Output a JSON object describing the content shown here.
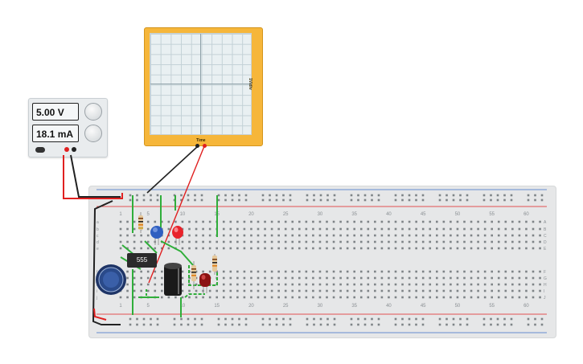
{
  "power_supply": {
    "voltage": "5.00 V",
    "current": "18.1 mA"
  },
  "oscilloscope": {
    "label": "Time",
    "side_label": "1V/div"
  },
  "breadboard": {
    "column_numbers_top": [
      "1",
      "5",
      "10",
      "15",
      "20",
      "25",
      "30",
      "35",
      "40",
      "45",
      "50",
      "55",
      "60"
    ],
    "column_numbers_bottom": [
      "1",
      "5",
      "10",
      "15",
      "20",
      "25",
      "30",
      "35",
      "40",
      "45",
      "50",
      "55",
      "60"
    ],
    "row_letters_left": [
      "a",
      "b",
      "c",
      "d",
      "e",
      "f",
      "g",
      "h",
      "i",
      "j"
    ],
    "row_letters_right": [
      "A",
      "B",
      "C",
      "D",
      "E",
      "F",
      "G",
      "H",
      "I",
      "J"
    ]
  },
  "components": {
    "timer_ic_label": "555"
  },
  "colors": {
    "wire_red": "#e02020",
    "wire_black": "#222222",
    "wire_green": "#2fae3a",
    "scope_body": "#f6b63a",
    "led_red": "#e8232b",
    "led_blue": "#2f5fc0",
    "pot_blue": "#2a4a8a"
  }
}
